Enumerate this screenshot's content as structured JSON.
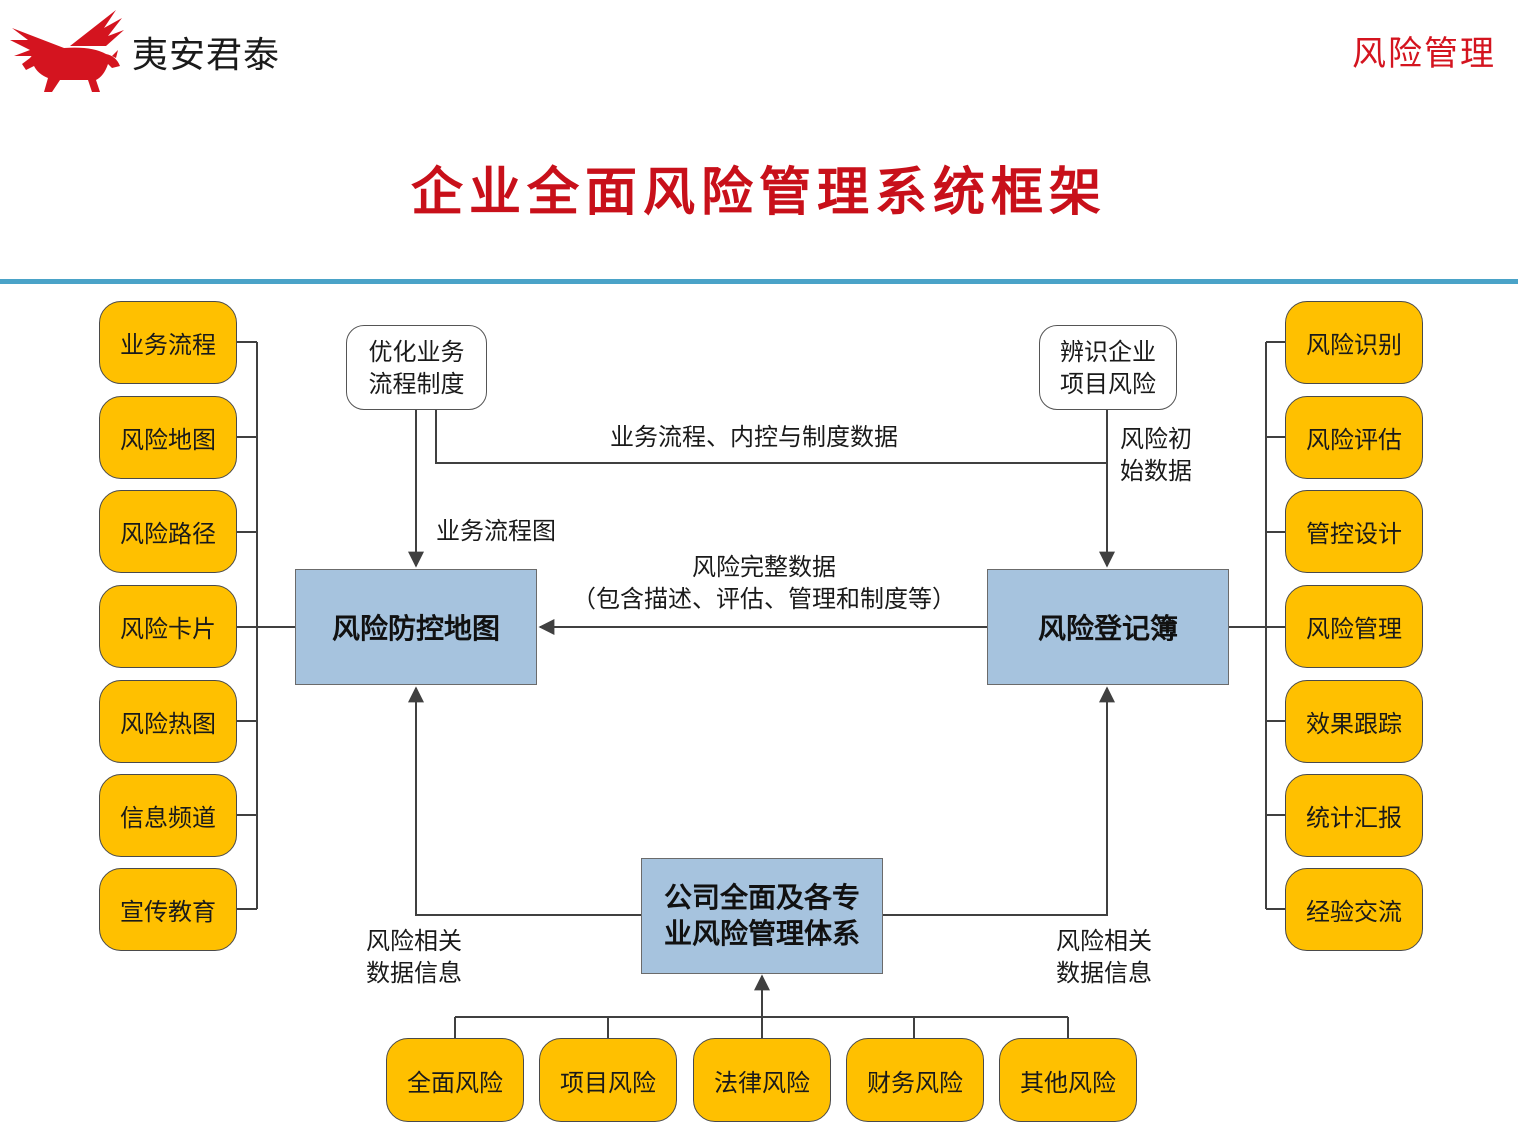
{
  "header": {
    "brand": "夷安君泰",
    "tag": "风险管理",
    "title": "企业全面风险管理系统框架"
  },
  "colors": {
    "accent": "#c8101a",
    "pill": "#ffc000",
    "box": "#a6c3de",
    "rule": "#4aa3c8"
  },
  "icons": {
    "logo": "winged-bull-logo"
  },
  "left_items": [
    "业务流程",
    "风险地图",
    "风险路径",
    "风险卡片",
    "风险热图",
    "信息频道",
    "宣传教育"
  ],
  "right_items": [
    "风险识别",
    "风险评估",
    "管控设计",
    "风险管理",
    "效果跟踪",
    "统计汇报",
    "经验交流"
  ],
  "bottom_items": [
    "全面风险",
    "项目风险",
    "法律风险",
    "财务风险",
    "其他风险"
  ],
  "notes": {
    "left": [
      "优化业务",
      "流程制度"
    ],
    "right": [
      "辨识企业",
      "项目风险"
    ]
  },
  "boxes": {
    "left": "风险防控地图",
    "right": "风险登记簿",
    "center": [
      "公司全面及各专",
      "业风险管理体系"
    ]
  },
  "labels": {
    "top_flow": "业务流程、内控与制度数据",
    "initial_data": [
      "风险初",
      "始数据"
    ],
    "flowchart": "业务流程图",
    "complete_data": [
      "风险完整数据",
      "（包含描述、评估、管理和制度等）"
    ],
    "related_left": [
      "风险相关",
      "数据信息"
    ],
    "related_right": [
      "风险相关",
      "数据信息"
    ]
  }
}
